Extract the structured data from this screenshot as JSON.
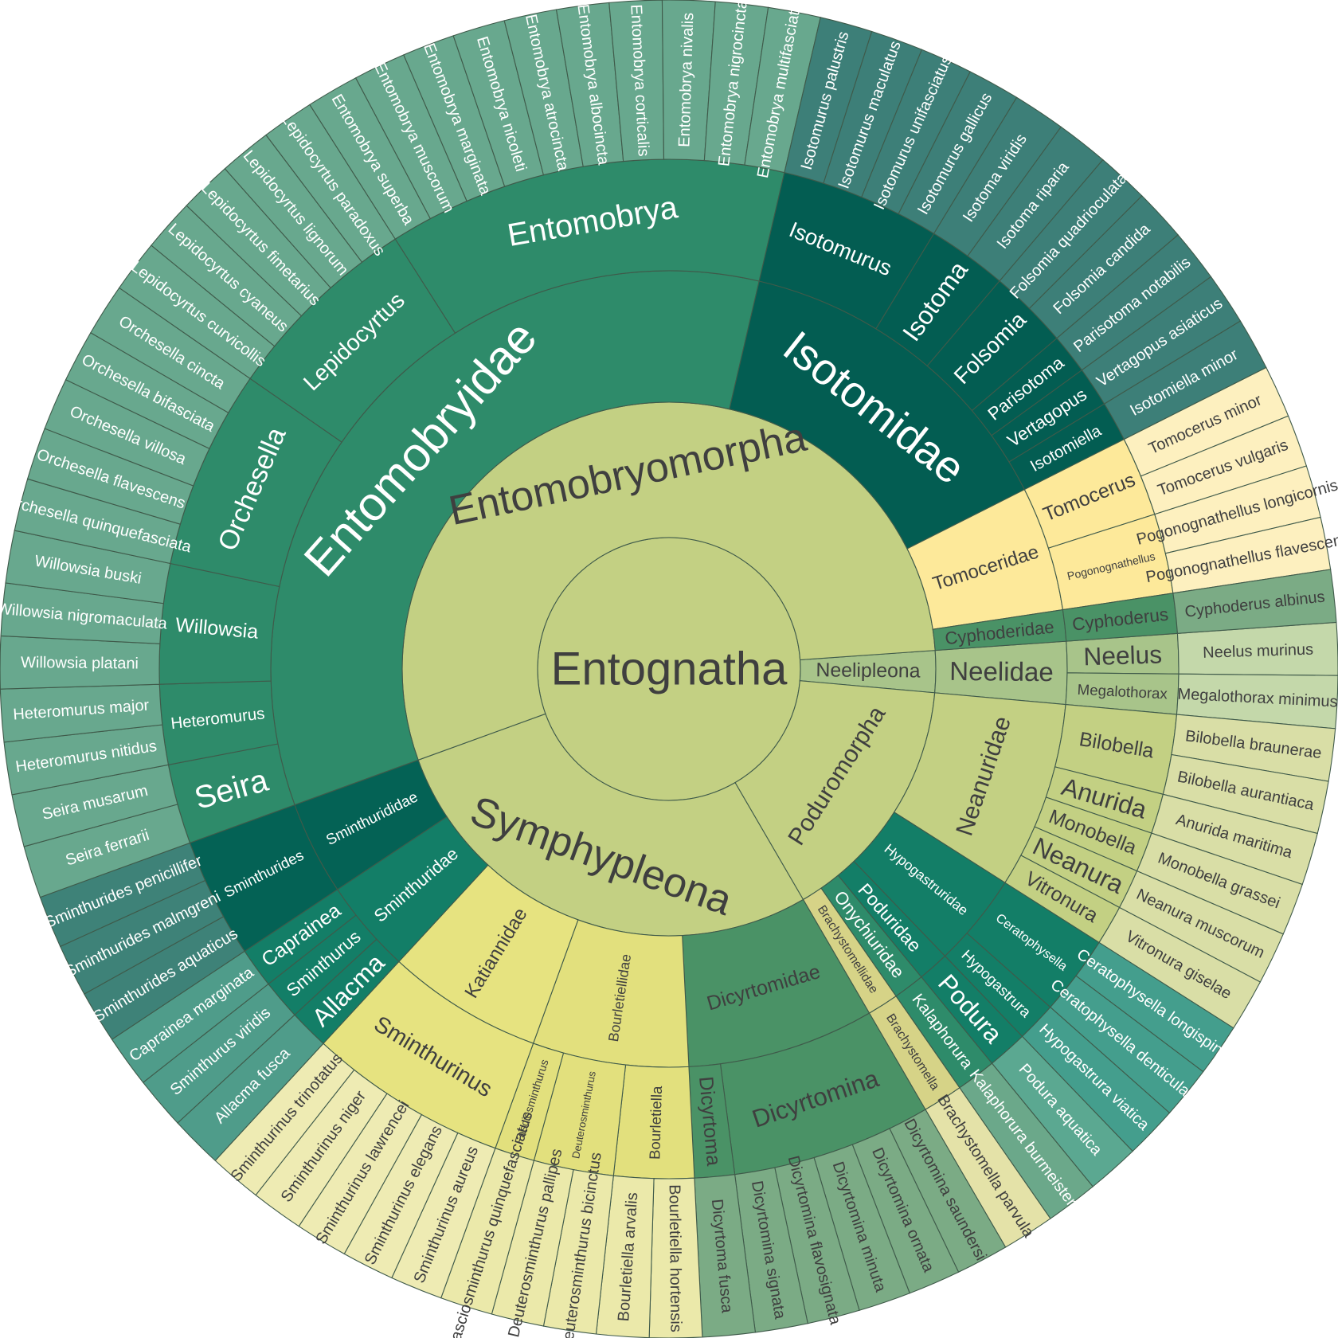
{
  "chart_data": {
    "type": "sunburst",
    "root": {
      "name": "Entognatha",
      "children": [
        {
          "name": "Entomobryomorpha",
          "children": [
            {
              "name": "Entomobryidae",
              "children": [
                {
                  "name": "Seira",
                  "children": [
                    {
                      "name": "Seira ferrarii"
                    },
                    {
                      "name": "Seira musarum"
                    }
                  ]
                },
                {
                  "name": "Heteromurus",
                  "children": [
                    {
                      "name": "Heteromurus nitidus"
                    },
                    {
                      "name": "Heteromurus major"
                    }
                  ]
                },
                {
                  "name": "Willowsia",
                  "children": [
                    {
                      "name": "Willowsia platani"
                    },
                    {
                      "name": "Willowsia nigromaculata"
                    },
                    {
                      "name": "Willowsia buski"
                    }
                  ]
                },
                {
                  "name": "Orchesella",
                  "children": [
                    {
                      "name": "Orchesella quinquefasciata"
                    },
                    {
                      "name": "Orchesella flavescens"
                    },
                    {
                      "name": "Orchesella villosa"
                    },
                    {
                      "name": "Orchesella bifasciata"
                    },
                    {
                      "name": "Orchesella cincta"
                    }
                  ]
                },
                {
                  "name": "Lepidocyrtus",
                  "children": [
                    {
                      "name": "Lepidocyrtus curvicollis"
                    },
                    {
                      "name": "Lepidocyrtus cyaneus"
                    },
                    {
                      "name": "Lepidocyrtus fimetarius"
                    },
                    {
                      "name": "Lepidocyrtus lignorum"
                    },
                    {
                      "name": "Lepidocyrtus paradoxus"
                    }
                  ]
                },
                {
                  "name": "Entomobrya",
                  "children": [
                    {
                      "name": "Entomobrya superba"
                    },
                    {
                      "name": "Entomobrya muscorum"
                    },
                    {
                      "name": "Entomobrya marginata"
                    },
                    {
                      "name": "Entomobrya nicoleti"
                    },
                    {
                      "name": "Entomobrya atrocincta"
                    },
                    {
                      "name": "Entomobrya albocincta"
                    },
                    {
                      "name": "Entomobrya corticalis"
                    },
                    {
                      "name": "Entomobrya nivalis"
                    },
                    {
                      "name": "Entomobrya nigrocincta"
                    },
                    {
                      "name": "Entomobrya multifasciata"
                    }
                  ]
                }
              ]
            },
            {
              "name": "Isotomidae",
              "children": [
                {
                  "name": "Isotomurus",
                  "children": [
                    {
                      "name": "Isotomurus palustris"
                    },
                    {
                      "name": "Isotomurus maculatus"
                    },
                    {
                      "name": "Isotomurus unifasciatus"
                    },
                    {
                      "name": "Isotomurus gallicus"
                    }
                  ]
                },
                {
                  "name": "Isotoma",
                  "children": [
                    {
                      "name": "Isotoma viridis"
                    },
                    {
                      "name": "Isotoma riparia"
                    }
                  ]
                },
                {
                  "name": "Folsomia",
                  "children": [
                    {
                      "name": "Folsomia quadrioculata"
                    },
                    {
                      "name": "Folsomia candida"
                    }
                  ]
                },
                {
                  "name": "Parisotoma",
                  "children": [
                    {
                      "name": "Parisotoma notabilis"
                    }
                  ]
                },
                {
                  "name": "Vertagopus",
                  "children": [
                    {
                      "name": "Vertagopus asiaticus"
                    }
                  ]
                },
                {
                  "name": "Isotomiella",
                  "children": [
                    {
                      "name": "Isotomiella minor"
                    }
                  ]
                }
              ]
            },
            {
              "name": "Tomoceridae",
              "children": [
                {
                  "name": "Tomocerus",
                  "children": [
                    {
                      "name": "Tomocerus minor"
                    },
                    {
                      "name": "Tomocerus vulgaris"
                    }
                  ]
                },
                {
                  "name": "Pogonognathellus",
                  "children": [
                    {
                      "name": "Pogonognathellus longicornis"
                    },
                    {
                      "name": "Pogonognathellus flavescens"
                    }
                  ]
                }
              ]
            },
            {
              "name": "Cyphoderidae",
              "children": [
                {
                  "name": "Cyphoderus",
                  "children": [
                    {
                      "name": "Cyphoderus albinus"
                    }
                  ]
                }
              ]
            }
          ]
        },
        {
          "name": "Symphypleona",
          "children": [
            {
              "name": "Dicyrtomidae",
              "children": [
                {
                  "name": "Dicyrtomina",
                  "children": [
                    {
                      "name": "Dicyrtomina saundersi"
                    },
                    {
                      "name": "Dicyrtomina ornata"
                    },
                    {
                      "name": "Dicyrtomina minuta"
                    },
                    {
                      "name": "Dicyrtomina flavosignata"
                    },
                    {
                      "name": "Dicyrtomina signata"
                    }
                  ]
                },
                {
                  "name": "Dicyrtoma",
                  "children": [
                    {
                      "name": "Dicyrtoma fusca"
                    }
                  ]
                }
              ]
            },
            {
              "name": "Bourletiellidae",
              "children": [
                {
                  "name": "Bourletiella",
                  "children": [
                    {
                      "name": "Bourletiella hortensis"
                    },
                    {
                      "name": "Bourletiella arvalis"
                    }
                  ]
                },
                {
                  "name": "Deuterosminthurus",
                  "children": [
                    {
                      "name": "Deuterosminthurus bicinctus"
                    },
                    {
                      "name": "Deuterosminthurus pallipes"
                    }
                  ]
                },
                {
                  "name": "Fasciosminthurus",
                  "children": [
                    {
                      "name": "Fasciosminthurus quinquefasciatus"
                    }
                  ]
                }
              ]
            },
            {
              "name": "Katiannidae",
              "children": [
                {
                  "name": "Sminthurinus",
                  "children": [
                    {
                      "name": "Sminthurinus aureus"
                    },
                    {
                      "name": "Sminthurinus elegans"
                    },
                    {
                      "name": "Sminthurinus lawrencei"
                    },
                    {
                      "name": "Sminthurinus niger"
                    },
                    {
                      "name": "Sminthurinus trinotatus"
                    }
                  ]
                }
              ]
            },
            {
              "name": "Sminthuridae",
              "children": [
                {
                  "name": "Allacma",
                  "children": [
                    {
                      "name": "Allacma fusca"
                    }
                  ]
                },
                {
                  "name": "Sminthurus",
                  "children": [
                    {
                      "name": "Sminthurus viridis"
                    }
                  ]
                },
                {
                  "name": "Caprainea",
                  "children": [
                    {
                      "name": "Caprainea marginata"
                    }
                  ]
                }
              ]
            },
            {
              "name": "Sminthurididae",
              "children": [
                {
                  "name": "Sminthurides",
                  "children": [
                    {
                      "name": "Sminthurides aquaticus"
                    },
                    {
                      "name": "Sminthurides malmgreni"
                    },
                    {
                      "name": "Sminthurides penicillifer"
                    }
                  ]
                }
              ]
            }
          ]
        },
        {
          "name": "Poduromorpha",
          "children": [
            {
              "name": "Neanuridae",
              "children": [
                {
                  "name": "Bilobella",
                  "children": [
                    {
                      "name": "Bilobella braunerae"
                    },
                    {
                      "name": "Bilobella aurantiaca"
                    }
                  ]
                },
                {
                  "name": "Anurida",
                  "children": [
                    {
                      "name": "Anurida maritima"
                    }
                  ]
                },
                {
                  "name": "Monobella",
                  "children": [
                    {
                      "name": "Monobella grassei"
                    }
                  ]
                },
                {
                  "name": "Neanura",
                  "children": [
                    {
                      "name": "Neanura muscorum"
                    }
                  ]
                },
                {
                  "name": "Vitronura",
                  "children": [
                    {
                      "name": "Vitronura giselae"
                    }
                  ]
                }
              ]
            },
            {
              "name": "Hypogastruridae",
              "children": [
                {
                  "name": "Ceratophysella",
                  "children": [
                    {
                      "name": "Ceratophysella longispina"
                    },
                    {
                      "name": "Ceratophysella denticulata"
                    }
                  ]
                },
                {
                  "name": "Hypogastrura",
                  "children": [
                    {
                      "name": "Hypogastrura viatica"
                    }
                  ]
                }
              ]
            },
            {
              "name": "Poduridae",
              "children": [
                {
                  "name": "Podura",
                  "children": [
                    {
                      "name": "Podura aquatica"
                    }
                  ]
                }
              ]
            },
            {
              "name": "Onychiuridae",
              "children": [
                {
                  "name": "Kalaphorura",
                  "children": [
                    {
                      "name": "Kalaphorura burmeisteri"
                    }
                  ]
                }
              ]
            },
            {
              "name": "Brachystomellidae",
              "children": [
                {
                  "name": "Brachystomella",
                  "children": [
                    {
                      "name": "Brachystomella parvula"
                    }
                  ]
                }
              ]
            }
          ]
        },
        {
          "name": "Neelipleona",
          "children": [
            {
              "name": "Neelidae",
              "children": [
                {
                  "name": "Neelus",
                  "children": [
                    {
                      "name": "Neelus murinus"
                    }
                  ]
                },
                {
                  "name": "Megalothorax",
                  "children": [
                    {
                      "name": "Megalothorax minimus"
                    }
                  ]
                }
              ]
            }
          ]
        }
      ]
    },
    "colors": {
      "root": "#c3d083",
      "orders": {
        "Entomobryomorpha": "#c3d083",
        "Symphypleona": "#c3d083",
        "Poduromorpha": "#c3d083",
        "Neelipleona": "#a8c48a"
      },
      "families": {
        "Entomobryidae": "#2e8b6a",
        "Isotomidae": "#035d52",
        "Tomoceridae": "#fde99a",
        "Cyphoderidae": "#4a9266",
        "Dicyrtomidae": "#4a9266",
        "Bourletiellidae": "#e2e07d",
        "Katiannidae": "#e6e380",
        "Sminthuridae": "#137e67",
        "Sminthurididae": "#046255",
        "Neanuridae": "#c3d083",
        "Hypogastruridae": "#137e67",
        "Poduridae": "#137e67",
        "Onychiuridae": "#2e8b6a",
        "Brachystomellidae": "#d6d387",
        "Neelidae": "#a8c48a"
      }
    }
  }
}
